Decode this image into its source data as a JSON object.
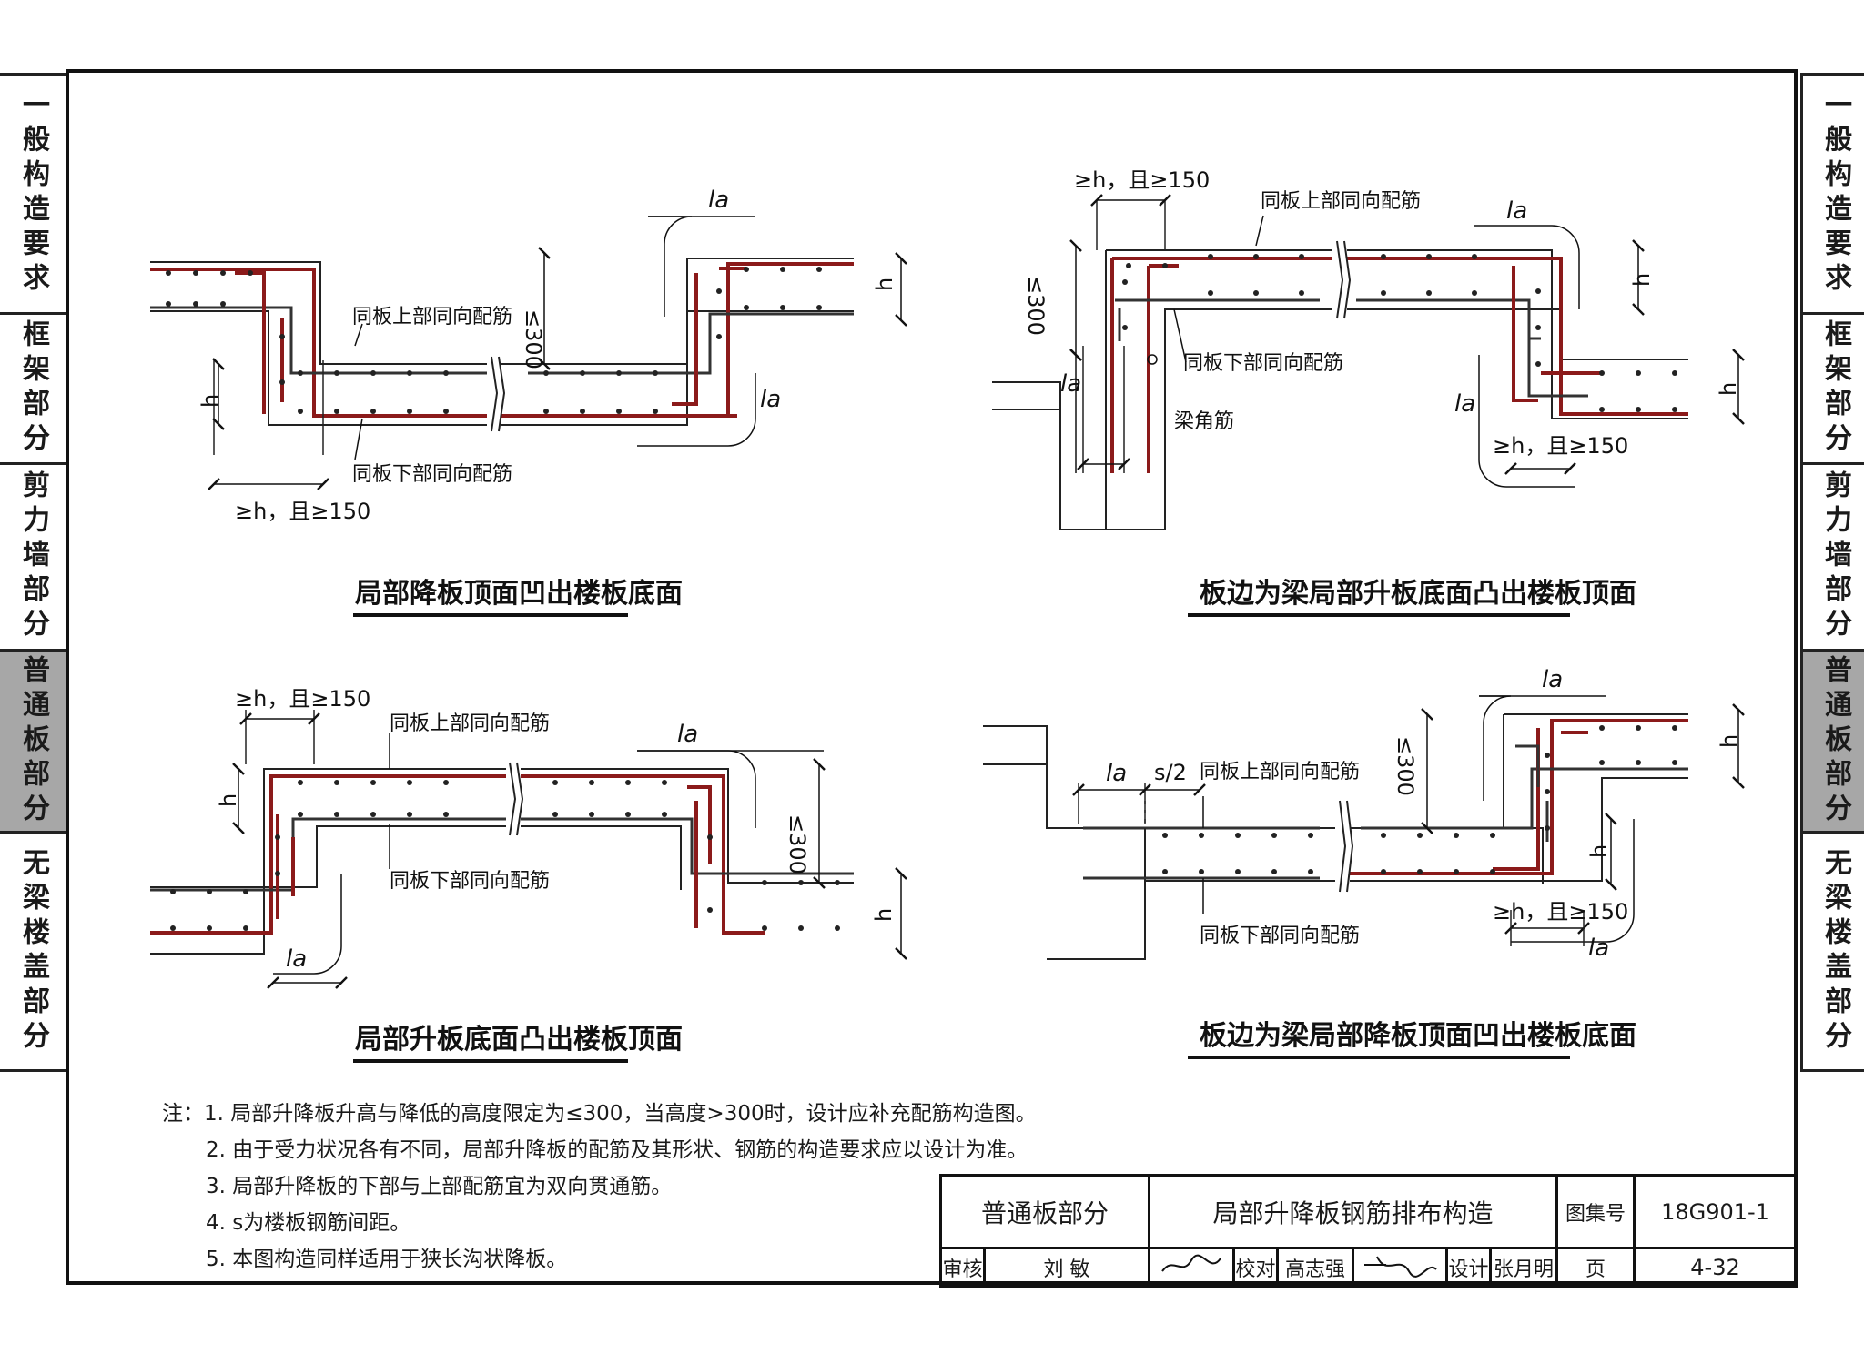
{
  "sidebar_left": [
    {
      "label": "一般构造要求",
      "active": false
    },
    {
      "label": "框架部分",
      "active": false
    },
    {
      "label": "剪力墙部分",
      "active": false
    },
    {
      "label": "普通板部分",
      "active": true
    },
    {
      "label": "无梁楼盖部分",
      "active": false
    }
  ],
  "sidebar_right": [
    {
      "label": "一般构造要求",
      "active": false
    },
    {
      "label": "框架部分",
      "active": false
    },
    {
      "label": "剪力墙部分",
      "active": false
    },
    {
      "label": "普通板部分",
      "active": true
    },
    {
      "label": "无梁楼盖部分",
      "active": false
    }
  ],
  "diagrams": {
    "d1": {
      "title": "局部降板顶面凹出楼板底面",
      "top_bar": "同板上部同向配筋",
      "bottom_bar": "同板下部同向配筋",
      "offset": "≥h，且≥150",
      "limit": "≤300",
      "h": "h",
      "la": "la"
    },
    "d2": {
      "title": "板边为梁局部升板底面凸出楼板顶面",
      "top_bar": "同板上部同向配筋",
      "bottom_bar": "同板下部同向配筋",
      "corner_bar": "梁角筋",
      "offset": "≥h，且≥150",
      "limit": "≤300",
      "h": "h",
      "la": "la"
    },
    "d3": {
      "title": "局部升板底面凸出楼板顶面",
      "top_bar": "同板上部同向配筋",
      "bottom_bar": "同板下部同向配筋",
      "offset": "≥h，且≥150",
      "limit": "≤300",
      "h": "h",
      "la": "la"
    },
    "d4": {
      "title": "板边为梁局部降板顶面凹出楼板底面",
      "top_bar": "同板上部同向配筋",
      "bottom_bar": "同板下部同向配筋",
      "half_spacing": "s/2",
      "offset": "≥h，且≥150",
      "limit": "≤300",
      "h": "h",
      "la": "la"
    }
  },
  "notes": [
    "注：1. 局部升降板升高与降低的高度限定为≤300，当高度>300时，设计应补充配筋构造图。",
    "2. 由于受力状况各有不同，局部升降板的配筋及其形状、钢筋的构造要求应以设计为准。",
    "3. 局部升降板的下部与上部配筋宜为双向贯通筋。",
    "4. s为楼板钢筋间距。",
    "5. 本图构造同样适用于狭长沟状降板。"
  ],
  "title_block": {
    "section": "普通板部分",
    "drawing_title": "局部升降板钢筋排布构造",
    "atlas_label": "图集号",
    "atlas_no": "18G901-1",
    "review_label": "审核",
    "reviewer": "刘 敏",
    "check_label": "校对",
    "checker": "高志强",
    "design_label": "设计",
    "designer": "张月明",
    "page_label": "页",
    "page_no": "4-32"
  },
  "colors": {
    "rebar": "#8b1a1a",
    "distribution_bar": "#333333",
    "outline": "#222222",
    "active_tab": "#a7a7a7"
  }
}
